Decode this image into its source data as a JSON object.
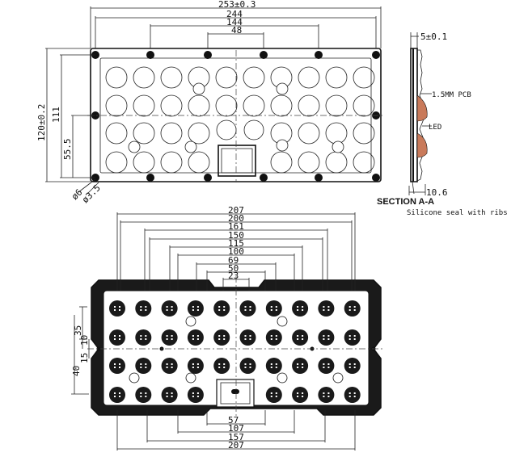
{
  "top_view": {
    "dims_top": [
      "253±0.3",
      "244",
      "144",
      "48"
    ],
    "dims_left": [
      "120±0.2",
      "111",
      "55.5"
    ],
    "hole_labels": [
      "ø6",
      "ø3.5"
    ]
  },
  "section_view": {
    "dim_top": "5±0.1",
    "dim_bottom": "10.6",
    "labels": [
      "1.5MM PCB",
      "LED"
    ],
    "title": "SECTION A-A",
    "note": "Silicone seal with ribs"
  },
  "bottom_view": {
    "dims_top": [
      "207",
      "200",
      "161",
      "150",
      "115",
      "100",
      "69",
      "50",
      "23"
    ],
    "dims_bottom": [
      "57",
      "107",
      "157",
      "207"
    ],
    "dims_left": [
      "35",
      "10",
      "15",
      "40"
    ]
  },
  "colors": {
    "line": "#111111",
    "fill_dark": "#1a1a1a",
    "background": "#ffffff"
  }
}
